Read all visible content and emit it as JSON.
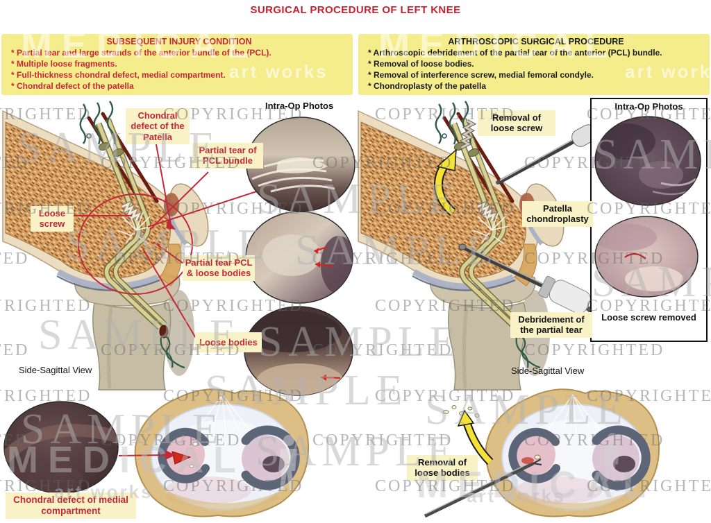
{
  "title": "SURGICAL PROCEDURE OF LEFT KNEE",
  "left_box": {
    "title": "SUBSEQUENT  INJURY CONDITION",
    "bullets": [
      "* Partial tear and large strands of the anterior bundle of the (PCL).",
      "* Multiple loose fragments.",
      "* Full-thickness chondral defect, medial compartment.",
      "* Chondral defect of the patella"
    ]
  },
  "right_box": {
    "title": "ARTHROSCOPIC SURGICAL PROCEDURE",
    "bullets": [
      "* Arthroscopic debridement of the partial tear of the anterior (PCL) bundle.",
      "* Removal of loose bodies.",
      "* Removal of interference screw, medial femoral condyle.",
      "* Chondroplasty of the patella"
    ]
  },
  "left_panel": {
    "intra_op_title": "Intra-Op Photos",
    "labels": {
      "chondral_patella": "Chondral defect of the Patella",
      "partial_tear_pcl": "Partial tear of PCL bundle",
      "loose_screw": "Loose screw",
      "partial_tear_loose": "Partial tear PCL & loose bodies",
      "loose_bodies": "Loose bodies",
      "view_caption": "Side-Sagittal View",
      "chondral_medial": "Chondral defect of medial compartment"
    }
  },
  "right_panel": {
    "intra_op_title": "Intra-Op Photos",
    "labels": {
      "removal_screw": "Removal of loose screw",
      "patella_chondroplasty": "Patella chondroplasty",
      "debridement": "Debridement of the partial tear",
      "loose_screw_removed": "Loose screw removed",
      "view_caption": "Side-Sagittal View",
      "removal_bodies": "Removal of loose bodies"
    }
  },
  "watermarks": {
    "copyrighted": "COPYRIGHTED",
    "sample": "SAMPLE",
    "brand_main": "MEDICAL",
    "brand_sub": "art works"
  },
  "colors": {
    "accent_red": "#c42836",
    "box_yellow": "#f5ec8b",
    "label_yellow": "#f9f2c6",
    "arrow_yellow": "#f4e336"
  }
}
